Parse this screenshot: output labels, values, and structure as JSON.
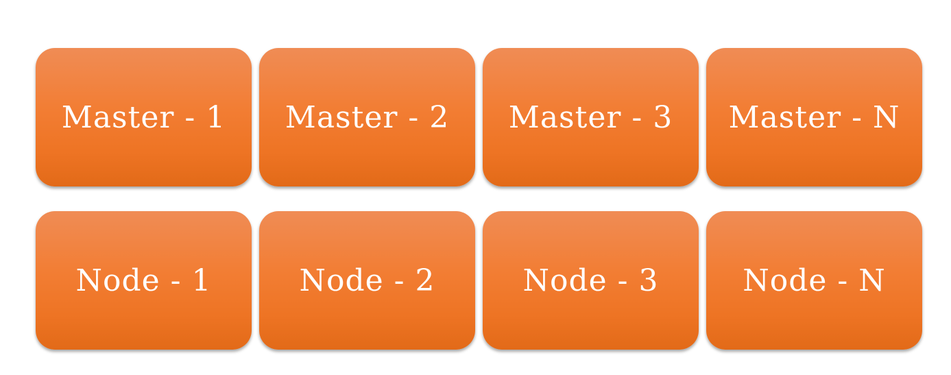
{
  "masters": [
    {
      "label": "Master - 1"
    },
    {
      "label": "Master - 2"
    },
    {
      "label": "Master - 3"
    },
    {
      "label": "Master - N"
    }
  ],
  "nodes": [
    {
      "label": "Node - 1"
    },
    {
      "label": "Node - 2"
    },
    {
      "label": "Node - 3"
    },
    {
      "label": "Node - N"
    }
  ],
  "colors": {
    "box_top": "#f08c55",
    "box_bottom": "#e26a18",
    "text": "#ffffff",
    "background": "#ffffff"
  }
}
